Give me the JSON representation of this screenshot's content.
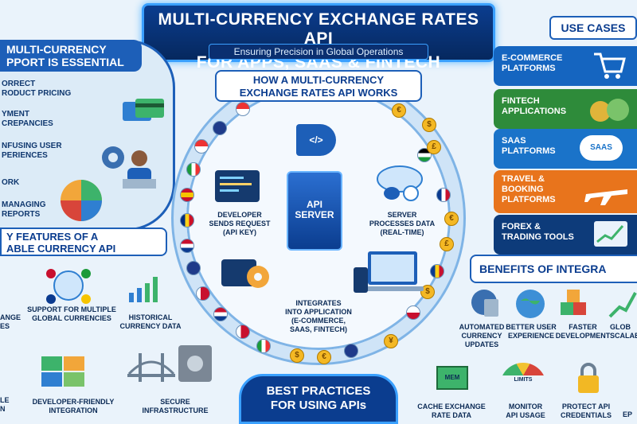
{
  "title": {
    "line1": "MULTI-CURRENCY EXCHANGE RATES API",
    "line2": "FOR APPS, SAAS & FINTECH PLATFORMS",
    "subtitle": "Ensuring Precision in Global Operations"
  },
  "left": {
    "heading_line1": "MULTI-CURRENCY",
    "heading_line2": "PPORT IS ESSENTIAL",
    "items": [
      "ORRECT\nRODUCT PRICING",
      "YMENT\nCREPANCIES",
      "NFUSING USER\nPERIENCES",
      "ORK",
      "MANAGING\nREPORTS"
    ]
  },
  "use_cases": {
    "heading": "USE CASES",
    "items": [
      {
        "label": "E-COMMERCE\nPLATFORMS",
        "color": "#1565c0",
        "icon": "shopping-cart-icon"
      },
      {
        "label": "FINTECH\nAPPLICATIONS",
        "color": "#2e8b3a",
        "icon": "money-bags-icon"
      },
      {
        "label": "SAAS\nPLATFORMS",
        "color": "#1a73c9",
        "icon": "cloud-icon"
      },
      {
        "label": "TRAVEL &\nBOOKING\nPLATFORMS",
        "color": "#e8741c",
        "icon": "airplane-icon"
      },
      {
        "label": "FOREX &\nTRADING TOOLS",
        "color": "#0d3b7a",
        "icon": "trading-chart-icon"
      }
    ]
  },
  "how": {
    "heading_line1": "HOW A MULTI-CURRENCY",
    "heading_line2": "EXCHANGE RATES API WORKS",
    "developer": "DEVELOPER\nSENDS REQUEST\n(API KEY)",
    "server_label": "API\nSERVER",
    "server_step": "SERVER\nPROCESSES DATA\n(REAL-TIME)",
    "integrates": "INTEGRATES\nINTO APPLICATION\n(E-COMMERCE,\nSAAS, FINTECH)",
    "code_glyph": "</>",
    "coins": [
      "€",
      "$",
      "£",
      "€",
      "£",
      "$",
      "¥",
      "€",
      "$"
    ]
  },
  "features": {
    "heading_line1": "Y FEATURES OF A",
    "heading_line2": "ABLE CURRENCY API",
    "items": [
      {
        "label": "ANGE\nES"
      },
      {
        "label": "SUPPORT FOR MULTIPLE\nGLOBAL CURRENCIES"
      },
      {
        "label": "HISTORICAL\nCURRENCY DATA"
      },
      {
        "label": "LE\nN"
      },
      {
        "label": "DEVELOPER-FRIENDLY\nINTEGRATION"
      },
      {
        "label": "SECURE\nINFRASTRUCTURE"
      }
    ]
  },
  "benefits": {
    "heading": "BENEFITS OF INTEGRA",
    "items": [
      {
        "label": "AUTOMATED\nCURRENCY\nUPDATES"
      },
      {
        "label": "BETTER USER\nEXPERIENCE"
      },
      {
        "label": "FASTER\nDEVELOPMENT"
      },
      {
        "label": "GLOB\nSCALAB"
      }
    ]
  },
  "best_practices": {
    "heading_line1": "BEST PRACTICES",
    "heading_line2": "FOR USING APIs",
    "items": [
      {
        "label": "CACHE EXCHANGE\nRATE DATA",
        "badge": "MEM"
      },
      {
        "label": "MONITOR\nAPI USAGE",
        "badge": "LIMITS"
      },
      {
        "label": "PROTECT API\nCREDENTIALS"
      },
      {
        "label": "EP"
      }
    ]
  },
  "uc_saas_badge": "SAAS"
}
